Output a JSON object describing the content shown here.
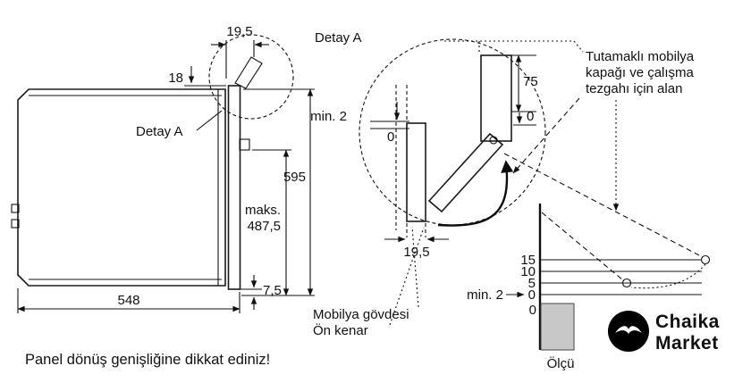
{
  "left_view": {
    "dim_door_thickness": "19,5",
    "dim_top_offset": "18",
    "detail_ref": "Detay A",
    "dim_height": "595",
    "dim_max_label": "maks.",
    "dim_max_value": "487,5",
    "dim_bottom": "7,5",
    "dim_depth": "548",
    "caption": "Panel dönüş genişliğine dikkat ediniz!"
  },
  "detail_view": {
    "title": "Detay A",
    "dim_min_gap": "min. 2",
    "dim_zero_gap": "0",
    "dim_handle_space": "75",
    "dim_zero_right": "0",
    "dim_panel_thickness": "19,5",
    "label_cabinet": "Mobilya gövdesi",
    "label_front_edge": "Ön kenar",
    "note_line1": "Tutamaklı mobilya",
    "note_line2": "kapağı ve çalışma",
    "note_line3": "tezgahı için alan",
    "scale_ticks": [
      "15",
      "10",
      "5",
      "0"
    ],
    "scale_min": "min. 2",
    "scale_zero": "0",
    "measure_label": "Ölçü"
  },
  "logo": {
    "line1": "Chaika",
    "line2": "Market"
  }
}
